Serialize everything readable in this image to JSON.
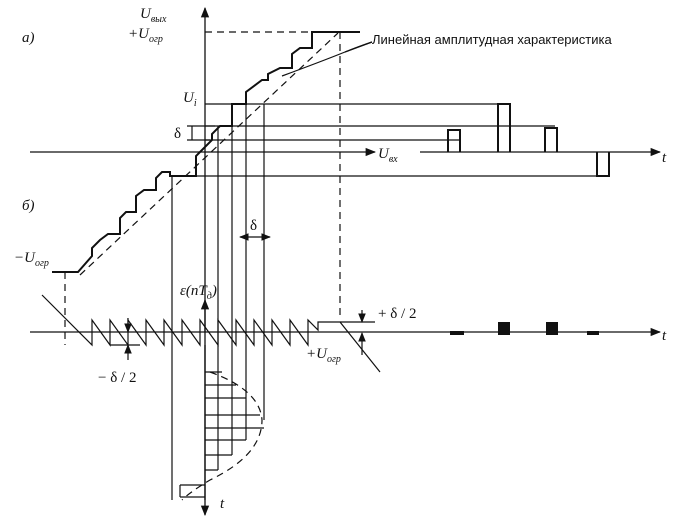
{
  "labels": {
    "part_a": "а)",
    "part_b": "б)",
    "u_out": "U",
    "u_out_sub": "вых",
    "plus_u_lim": "+U",
    "plus_u_lim_sub": "огр",
    "linear_char": "Линейная амплитудная характеристика",
    "u_i": "U",
    "u_i_sub": "i",
    "delta_left": "δ",
    "u_in": "U",
    "u_in_sub": "вх",
    "t_top": "t",
    "minus_u_lim": "−U",
    "minus_u_lim_sub": "огр",
    "delta_mid": "δ",
    "eps_label": "ε(nT",
    "eps_sub": "д",
    "eps_close": ")",
    "plus_half_delta": "+ δ / 2",
    "t_mid": "t",
    "minus_half_delta": "− δ / 2",
    "plus_u_lim2": "+U",
    "plus_u_lim2_sub": "огр",
    "t_bottom": "t"
  }
}
